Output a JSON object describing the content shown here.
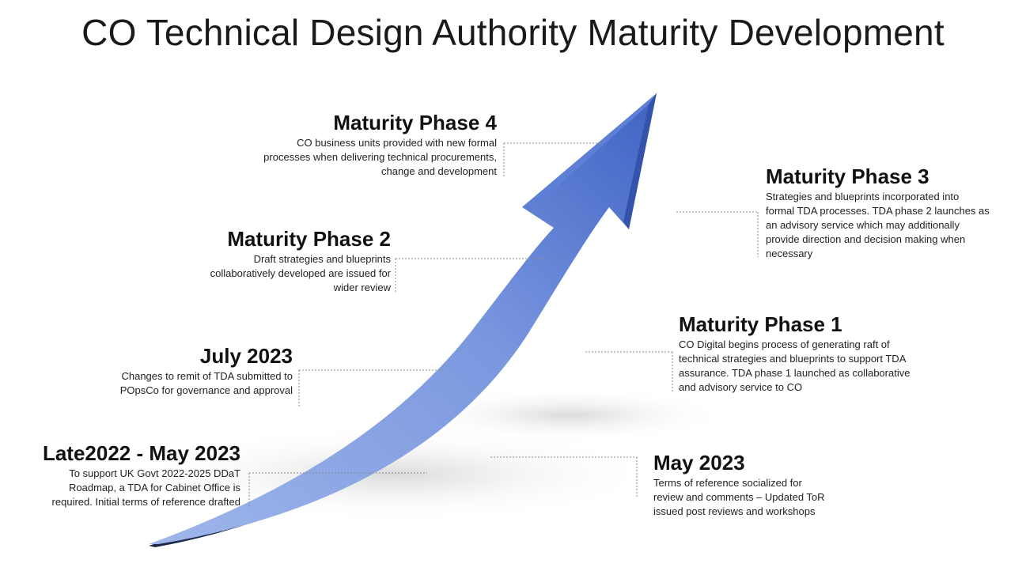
{
  "title": "CO Technical Design Authority Maturity Development",
  "milestones": [
    {
      "heading": "Late2022 - May 2023",
      "lines": [
        "To support UK Govt 2022-2025 DDaT",
        "Roadmap, a TDA for Cabinet Office is",
        "required. Initial terms of reference drafted"
      ]
    },
    {
      "heading": "July 2023",
      "lines": [
        "Changes to remit of TDA submitted to",
        "POpsCo for governance and approval"
      ]
    },
    {
      "heading": "Maturity Phase 2",
      "lines": [
        "Draft strategies and blueprints",
        "collaboratively developed are issued for",
        "wider review"
      ]
    },
    {
      "heading": "Maturity Phase 4",
      "lines": [
        "CO business units provided with new formal",
        "processes when delivering technical procurements,",
        "change and development"
      ]
    },
    {
      "heading": "Maturity Phase 3",
      "lines": [
        "Strategies and blueprints incorporated into",
        "formal TDA processes. TDA phase 2 launches as",
        "an advisory service which may additionally",
        "provide direction and decision making when",
        "necessary"
      ]
    },
    {
      "heading": "Maturity Phase 1",
      "lines": [
        "CO Digital begins process of generating raft of",
        "technical strategies and blueprints to support  TDA",
        "assurance. TDA phase 1 launched as collaborative",
        "and advisory service to CO"
      ]
    },
    {
      "heading": "May 2023",
      "lines": [
        "Terms of reference socialized for",
        "review and comments  – Updated ToR",
        "issued post reviews and workshops"
      ]
    }
  ],
  "colors": {
    "arrow_light": "#a9c0ee",
    "arrow_mid": "#6f8fdc",
    "arrow_dark": "#2f4fa5",
    "arrow_shadow": "#1f2e55",
    "leader": "#8c8c8c"
  }
}
